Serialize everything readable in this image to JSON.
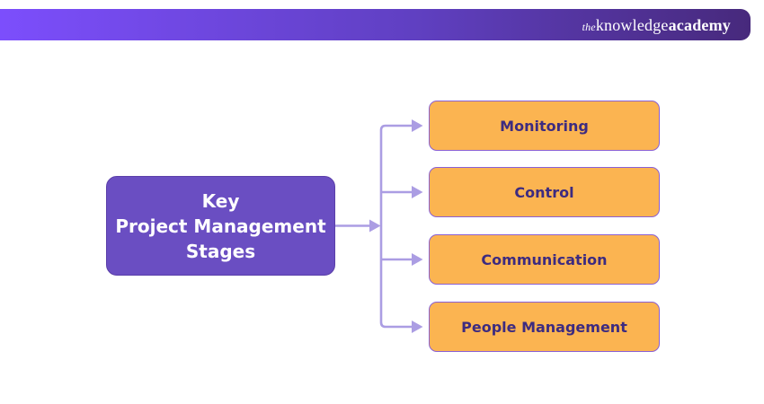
{
  "header": {
    "logo": {
      "the": "the",
      "knowledge": "knowledge",
      "academy": "academy"
    }
  },
  "diagram": {
    "root": {
      "label": "Key\nProject Management\nStages"
    },
    "stages": [
      {
        "label": "Monitoring"
      },
      {
        "label": "Control"
      },
      {
        "label": "Communication"
      },
      {
        "label": "People Management"
      }
    ]
  },
  "colors": {
    "header_gradient_start": "#7C4EFC",
    "header_gradient_end": "#47297C",
    "root_fill": "#6A4EC2",
    "root_text": "#FFFFFF",
    "stage_fill": "#FBB451",
    "stage_border": "#8A60D4",
    "stage_text": "#3D2B80",
    "connector": "#AB9DE3",
    "background": "#FFFFFF"
  }
}
